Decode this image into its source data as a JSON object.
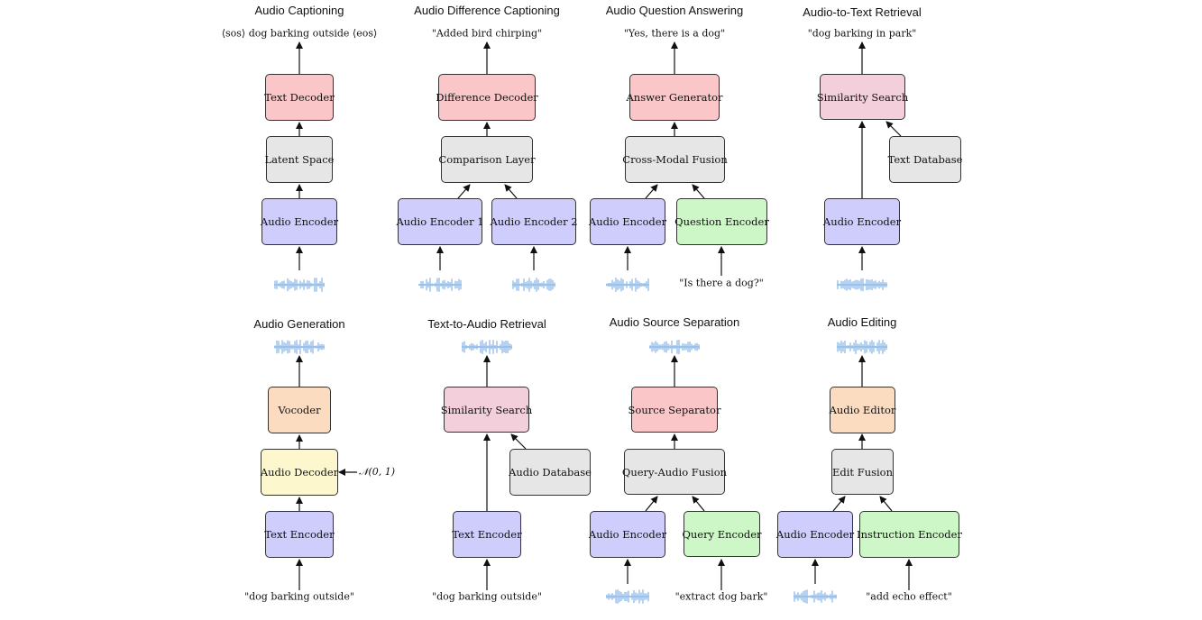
{
  "colors": {
    "encoder_blue": "#cfcdfb",
    "fusion_gray": "#e6e6e6",
    "decoder_red": "#fbc6c8",
    "search_pink": "#f3cfdc",
    "query_green": "#cdf7c6",
    "output_orange": "#fbdcc0",
    "audio_decoder_yellow": "#fdf7cd",
    "waveform_blue": "#4a90d9"
  },
  "tasks": {
    "captioning": {
      "title": "Audio Captioning",
      "output": "⟨sos⟩ dog barking outside ⟨eos⟩",
      "decoder": "Text Decoder",
      "latent": "Latent Space",
      "encoder": "Audio Encoder",
      "input_icon": "waveform-icon"
    },
    "difference": {
      "title": "Audio Difference Captioning",
      "output": "\"Added bird chirping\"",
      "decoder": "Difference Decoder",
      "comparison": "Comparison Layer",
      "encoder1": "Audio Encoder 1",
      "encoder2": "Audio Encoder 2"
    },
    "qa": {
      "title": "Audio Question Answering",
      "output": "\"Yes, there is a dog\"",
      "generator": "Answer Generator",
      "fusion": "Cross-Modal Fusion",
      "audio_encoder": "Audio Encoder",
      "question_encoder": "Question Encoder",
      "question": "\"Is there a dog?\""
    },
    "a2t": {
      "title": "Audio-to-Text Retrieval",
      "output": "\"dog barking in park\"",
      "search": "Similarity Search",
      "database": "Text Database",
      "encoder": "Audio Encoder"
    },
    "generation": {
      "title": "Audio Generation",
      "vocoder": "Vocoder",
      "decoder": "Audio Decoder",
      "noise": "𝒩(0, 1)",
      "encoder": "Text Encoder",
      "input": "\"dog barking outside\""
    },
    "t2a": {
      "title": "Text-to-Audio Retrieval",
      "search": "Similarity Search",
      "database": "Audio Database",
      "encoder": "Text Encoder",
      "input": "\"dog barking outside\""
    },
    "separation": {
      "title": "Audio Source Separation",
      "separator": "Source Separator",
      "fusion": "Query-Audio Fusion",
      "audio_encoder": "Audio Encoder",
      "query_encoder": "Query Encoder",
      "query": "\"extract dog bark\""
    },
    "editing": {
      "title": "Audio Editing",
      "editor": "Audio Editor",
      "fusion": "Edit Fusion",
      "audio_encoder": "Audio Encoder",
      "instruction_encoder": "Instruction Encoder",
      "instruction": "\"add echo effect\""
    }
  }
}
